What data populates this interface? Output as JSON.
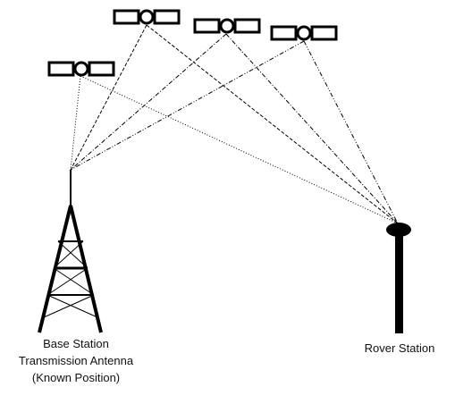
{
  "labels": {
    "base_station": [
      "Base Station",
      "Transmission Antenna",
      "(Known Position)"
    ],
    "rover_station": "Rover Station"
  },
  "colors": {
    "stroke": "#000000",
    "background": "#ffffff",
    "text": "#111111"
  },
  "satellites": [
    {
      "id": "sat-1",
      "icon": "satellite-icon"
    },
    {
      "id": "sat-2",
      "icon": "satellite-icon"
    },
    {
      "id": "sat-3",
      "icon": "satellite-icon"
    },
    {
      "id": "sat-4",
      "icon": "satellite-icon"
    }
  ]
}
